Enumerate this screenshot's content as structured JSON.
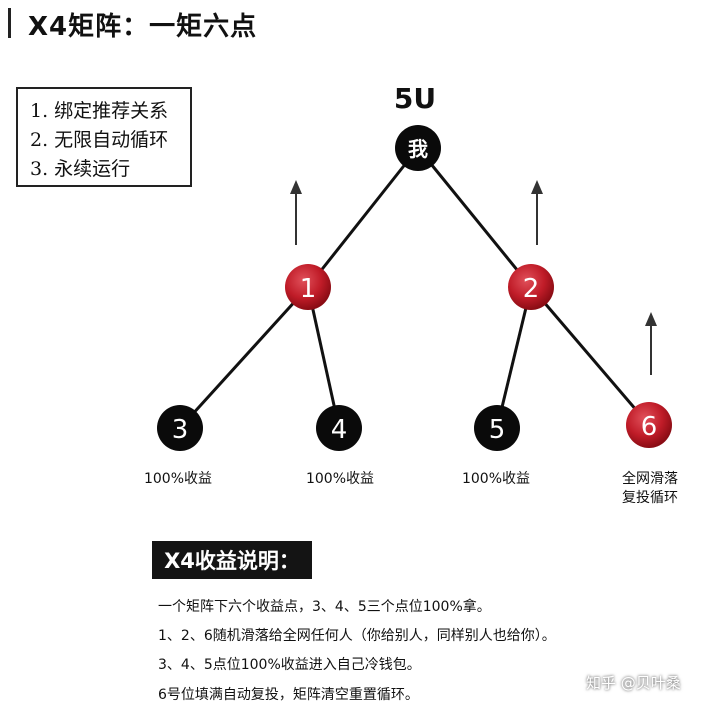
{
  "title": "X4矩阵：一矩六点",
  "rules": [
    "1. 绑定推荐关系",
    "2. 无限自动循环",
    "3. 永续运行"
  ],
  "root": {
    "label": "5U",
    "text": "我"
  },
  "nodes": [
    {
      "id": "n1",
      "text": "1",
      "color": "#b0121e"
    },
    {
      "id": "n2",
      "text": "2",
      "color": "#b0121e"
    },
    {
      "id": "n3",
      "text": "3",
      "color": "#0a0a0a"
    },
    {
      "id": "n4",
      "text": "4",
      "color": "#0a0a0a"
    },
    {
      "id": "n5",
      "text": "5",
      "color": "#0a0a0a"
    },
    {
      "id": "n6",
      "text": "6",
      "color": "#b0121e"
    }
  ],
  "captions": {
    "n3": "100%收益",
    "n4": "100%收益",
    "n5": "100%收益",
    "n6_line1": "全网滑落",
    "n6_line2": "复投循环"
  },
  "info": {
    "title": "X4收益说明：",
    "lines": [
      "一个矩阵下六个收益点，3、4、5三个点位100%拿。",
      "1、2、6随机滑落给全网任何人（你给别人，同样别人也给你）。",
      "3、4、5点位100%收益进入自己冷钱包。",
      "6号位填满自动复投，矩阵清空重置循环。"
    ]
  },
  "watermark": "知乎 @贝叶桑",
  "colors": {
    "black_node": "#0a0a0a",
    "red_node": "#b0121e",
    "edge": "#111111"
  }
}
